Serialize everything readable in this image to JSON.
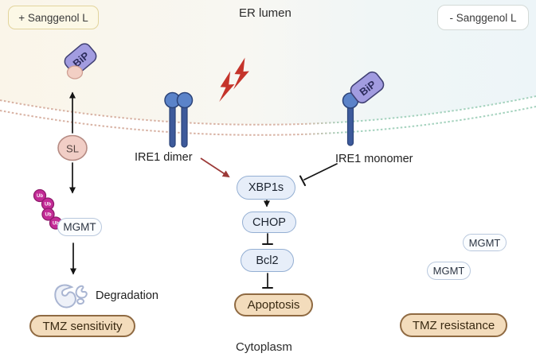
{
  "regions": {
    "er_lumen": "ER lumen",
    "cytoplasm": "Cytoplasm"
  },
  "conditions": {
    "plus_sanggenol": "+ Sanggenol L",
    "minus_sanggenol": "- Sanggenol L"
  },
  "receptors": {
    "dimer_label": "IRE1 dimer",
    "monomer_label": "IRE1 monomer"
  },
  "proteins": {
    "bip": "BiP",
    "sl": "SL",
    "ub": "Ub",
    "mgmt": "MGMT"
  },
  "pathway": {
    "xbp1s": "XBP1s",
    "chop": "CHOP",
    "bcl2": "Bcl2",
    "apoptosis": "Apoptosis"
  },
  "outcomes": {
    "degradation": "Degradation",
    "tmz_sensitivity": "TMZ sensitivity",
    "tmz_resistance": "TMZ resistance"
  },
  "colors": {
    "membrane_left": "#d8b2a3",
    "membrane_right": "#a6d3bf",
    "lumen_tint_left": "#faf5e9",
    "lumen_tint_right": "#edf5f8",
    "receptor_head": "#5b83c9",
    "receptor_stem": "#3d5a9b",
    "receptor_outline": "#2c4479",
    "bip_fill": "#a29ce0",
    "bip_outline": "#3f3f72",
    "sl_fill": "#f1cec6",
    "sl_outline": "#b68c84",
    "ub_fill": "#c32b96",
    "ub_outline": "#8e1b6b",
    "lightning": "#c5342b",
    "activation_arrow_red": "#9c3a38",
    "node_blue_fill": "#e7eef9",
    "node_blue_border": "#94afd3",
    "tan_fill": "#f3dcbc",
    "tan_border": "#8f6a42",
    "degradation_blob": "#a9b5d2"
  }
}
